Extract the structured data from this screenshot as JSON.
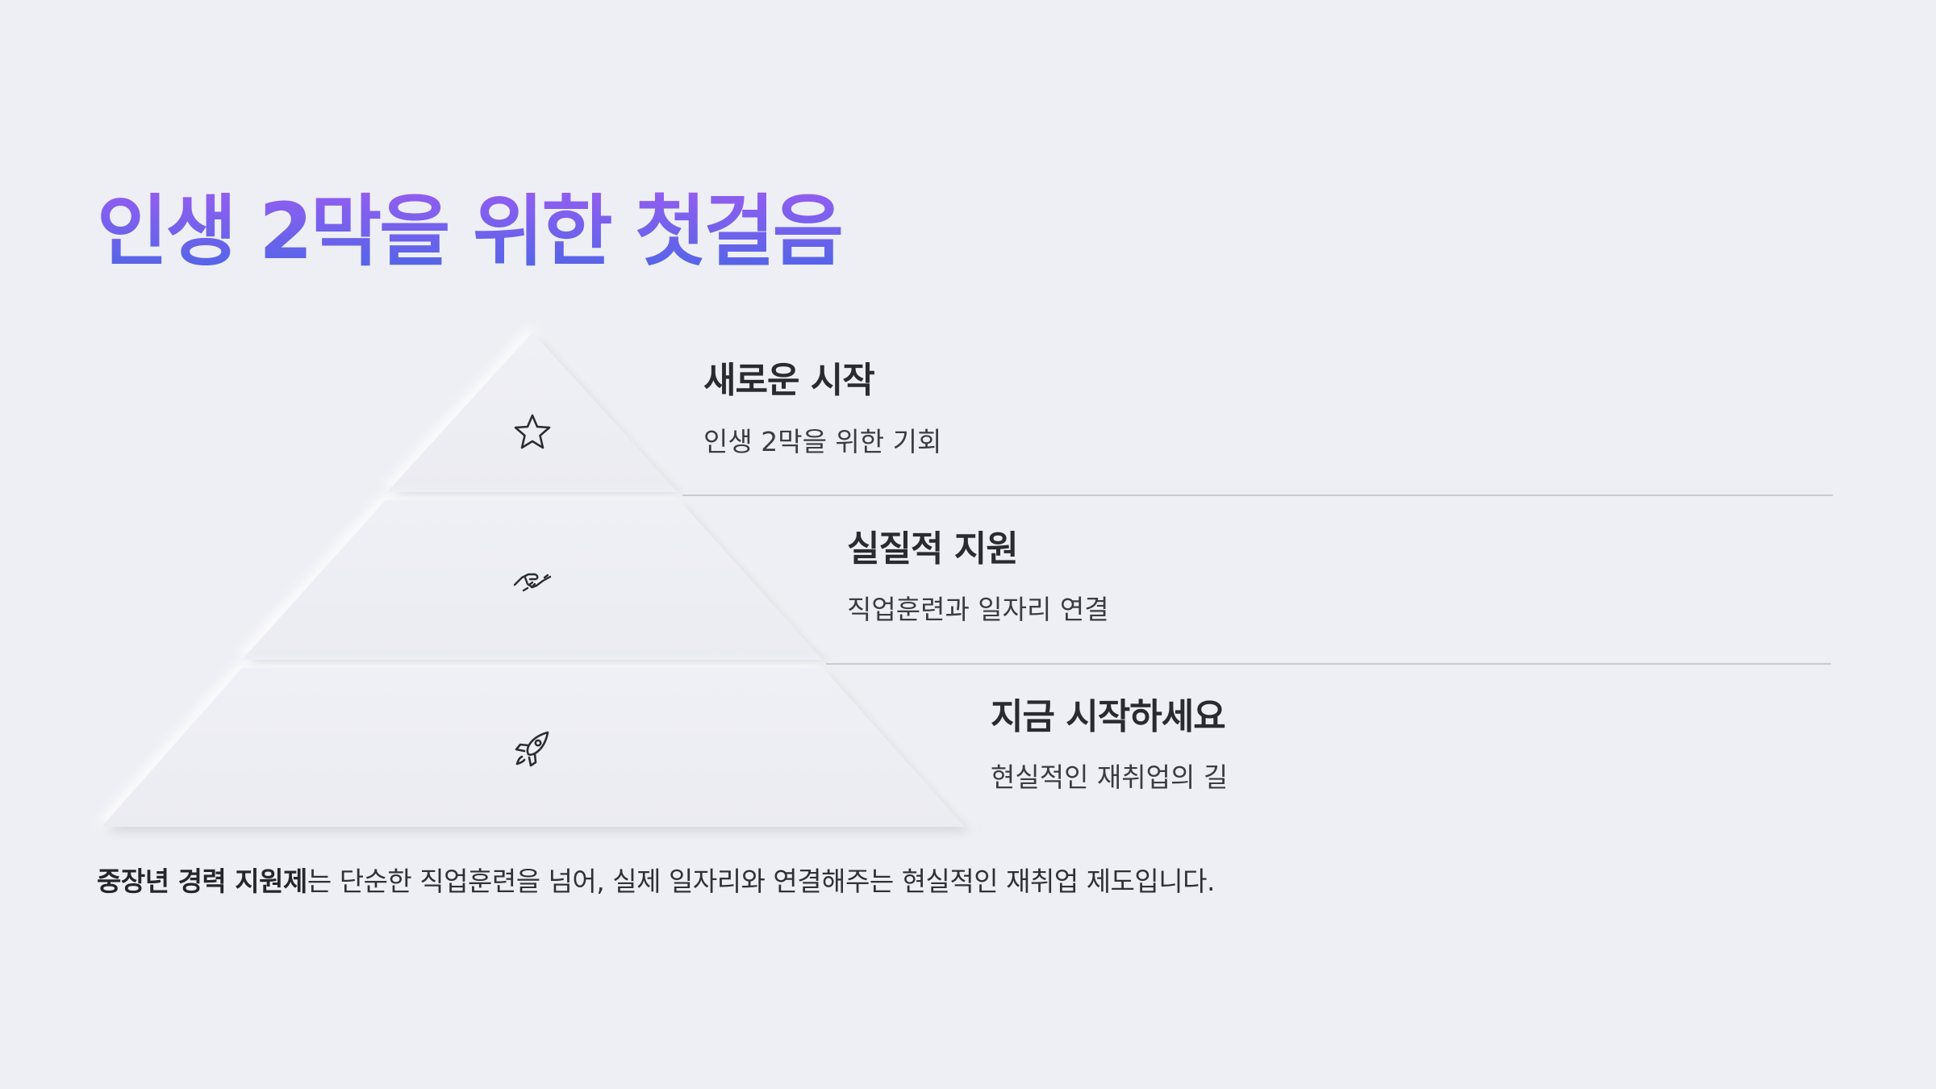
{
  "title": "인생 2막을 위한 첫걸음",
  "tiers": [
    {
      "heading": "새로운 시작",
      "description": "인생 2막을 위한 기회",
      "icon": "star-icon"
    },
    {
      "heading": "실질적 지원",
      "description": "직업훈련과 일자리 연결",
      "icon": "handshake-icon"
    },
    {
      "heading": "지금 시작하세요",
      "description": "현실적인 재취업의 길",
      "icon": "rocket-icon"
    }
  ],
  "footer": {
    "bold": "중장년 경력 지원제",
    "text": "는 단순한 직업훈련을 넘어, 실제 일자리와 연결해주는 현실적인 재취업 제도입니다."
  },
  "colors": {
    "background": "#eeeff4",
    "title_gradient_top": "#9d5cf2",
    "title_gradient_bottom": "#4667e6",
    "text": "#2a2b31"
  }
}
